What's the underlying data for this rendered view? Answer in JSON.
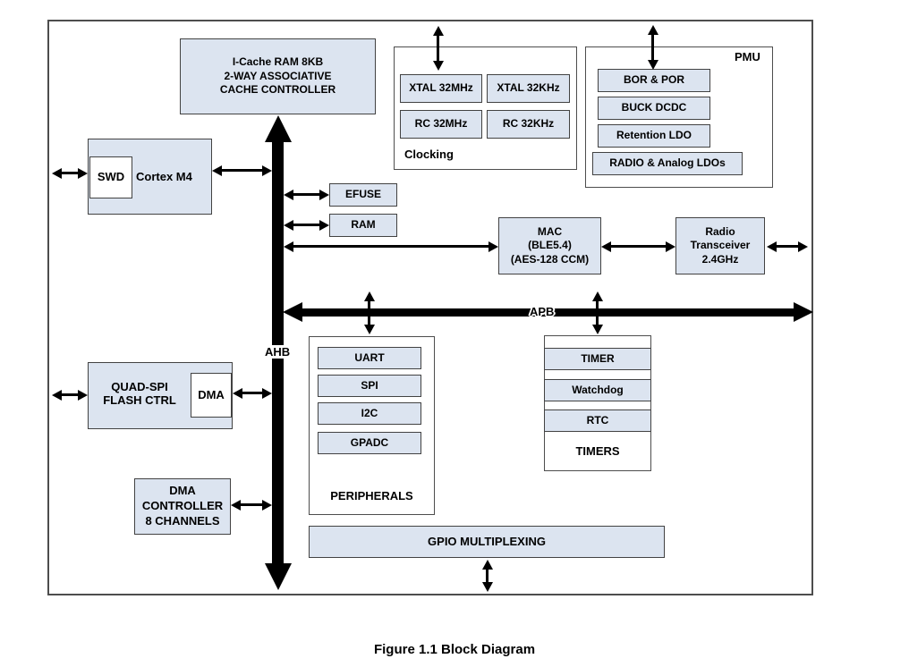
{
  "page": {
    "caption": "Figure 1.1 Block Diagram"
  },
  "colors": {
    "block_fill": "#dce4f0",
    "block_border": "#424242",
    "bus": "#000000",
    "background": "#ffffff"
  },
  "buses": {
    "ahb": "AHB",
    "apb": "APB"
  },
  "cache": {
    "label": "I-Cache RAM 8KB\n2-WAY ASSOCIATIVE\nCACHE CONTROLLER"
  },
  "cpu": {
    "core": "Cortex M4",
    "swd": "SWD"
  },
  "memory": {
    "efuse": "EFUSE",
    "ram": "RAM"
  },
  "clocking": {
    "title": "Clocking",
    "xtal_hs": "XTAL 32MHz",
    "xtal_ls": "XTAL 32KHz",
    "rc_hs": "RC 32MHz",
    "rc_ls": "RC 32KHz"
  },
  "pmu": {
    "title": "PMU",
    "bor_por": "BOR & POR",
    "buck": "BUCK DCDC",
    "retention_ldo": "Retention LDO",
    "radio_ldos": "RADIO & Analog LDOs"
  },
  "radio": {
    "mac": "MAC\n(BLE5.4)\n(AES-128 CCM)",
    "transceiver": "Radio\nTransceiver\n2.4GHz"
  },
  "flash": {
    "ctrl": "QUAD-SPI\nFLASH CTRL",
    "dma": "DMA"
  },
  "dma_controller": {
    "label": "DMA\nCONTROLLER\n8 CHANNELS"
  },
  "peripherals": {
    "title": "PERIPHERALS",
    "items": [
      "UART",
      "SPI",
      "I2C",
      "GPADC"
    ]
  },
  "timers": {
    "title": "TIMERS",
    "items": [
      "TIMER",
      "Watchdog",
      "RTC"
    ]
  },
  "gpio": {
    "label": "GPIO MULTIPLEXING"
  }
}
